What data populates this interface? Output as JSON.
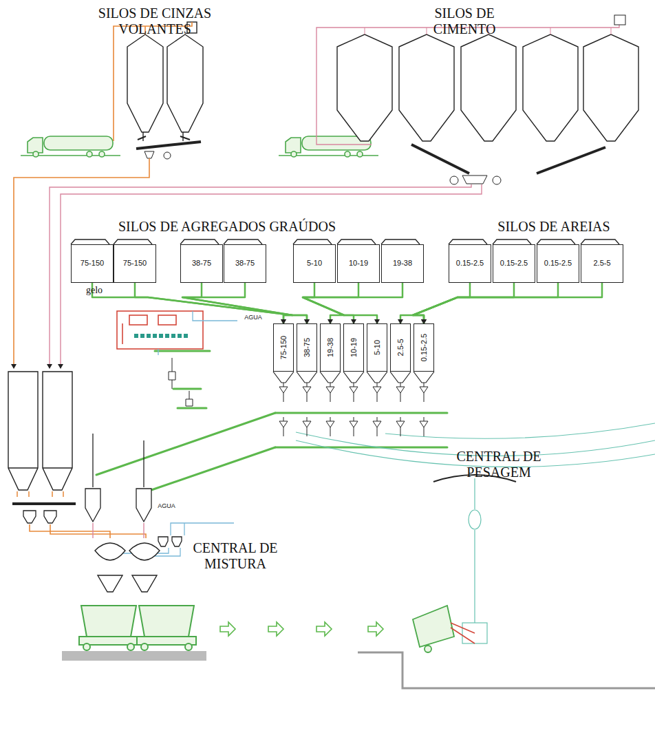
{
  "diagram": {
    "nodes": [
      {
        "text": [
          "75-150"
        ]
      },
      {
        "text": [
          "75-150"
        ]
      },
      {
        "text": [
          "38-75"
        ]
      },
      {
        "text": [
          "38-75"
        ]
      },
      {
        "text": [
          "5-10"
        ]
      },
      {
        "text": [
          "10-19"
        ]
      },
      {
        "text": [
          "19-38"
        ]
      },
      {
        "text": [
          "0.15-2.5"
        ]
      },
      {
        "text": [
          "0.15-2.5"
        ]
      },
      {
        "text": [
          "0.15-2.5"
        ]
      },
      {
        "text": [
          "2.5-5"
        ]
      },
      {
        "text": [
          "75-150"
        ]
      },
      {
        "text": [
          "38-75"
        ]
      },
      {
        "text": [
          "19-38"
        ]
      },
      {
        "text": [
          "10-19"
        ]
      },
      {
        "text": [
          "5-10"
        ]
      },
      {
        "text": [
          "2.5-5"
        ]
      },
      {
        "text": [
          "0.15-2.5"
        ]
      }
    ],
    "edges": [
      {
        "from": 0,
        "to": 11,
        "arrow": "to"
      },
      {
        "from": 1,
        "to": 11,
        "arrow": "to"
      },
      {
        "from": 2,
        "to": 12,
        "arrow": "to"
      },
      {
        "from": 3,
        "to": 12,
        "arrow": "to"
      },
      {
        "from": 4,
        "to": 15,
        "arrow": "to"
      },
      {
        "from": 5,
        "to": 14,
        "arrow": "to"
      },
      {
        "from": 6,
        "to": 13,
        "arrow": "to"
      },
      {
        "from": 7,
        "to": 17,
        "arrow": "to"
      },
      {
        "from": 8,
        "to": 17,
        "arrow": "to"
      },
      {
        "from": 9,
        "to": 17,
        "arrow": "to"
      },
      {
        "from": 10,
        "to": 16,
        "arrow": "to"
      }
    ],
    "labels": [
      "SILOS DE CINZAS VOLANTES",
      "SILOS DE CIMENTO",
      "SILOS DE AGREGADOS GRAÚDOS",
      "SILOS DE AREIAS",
      "Fábrica de gelo",
      "AGUA",
      "CENTRAL DE PESAGEM",
      "AGUA",
      "CENTRAL DE MISTURA"
    ]
  }
}
